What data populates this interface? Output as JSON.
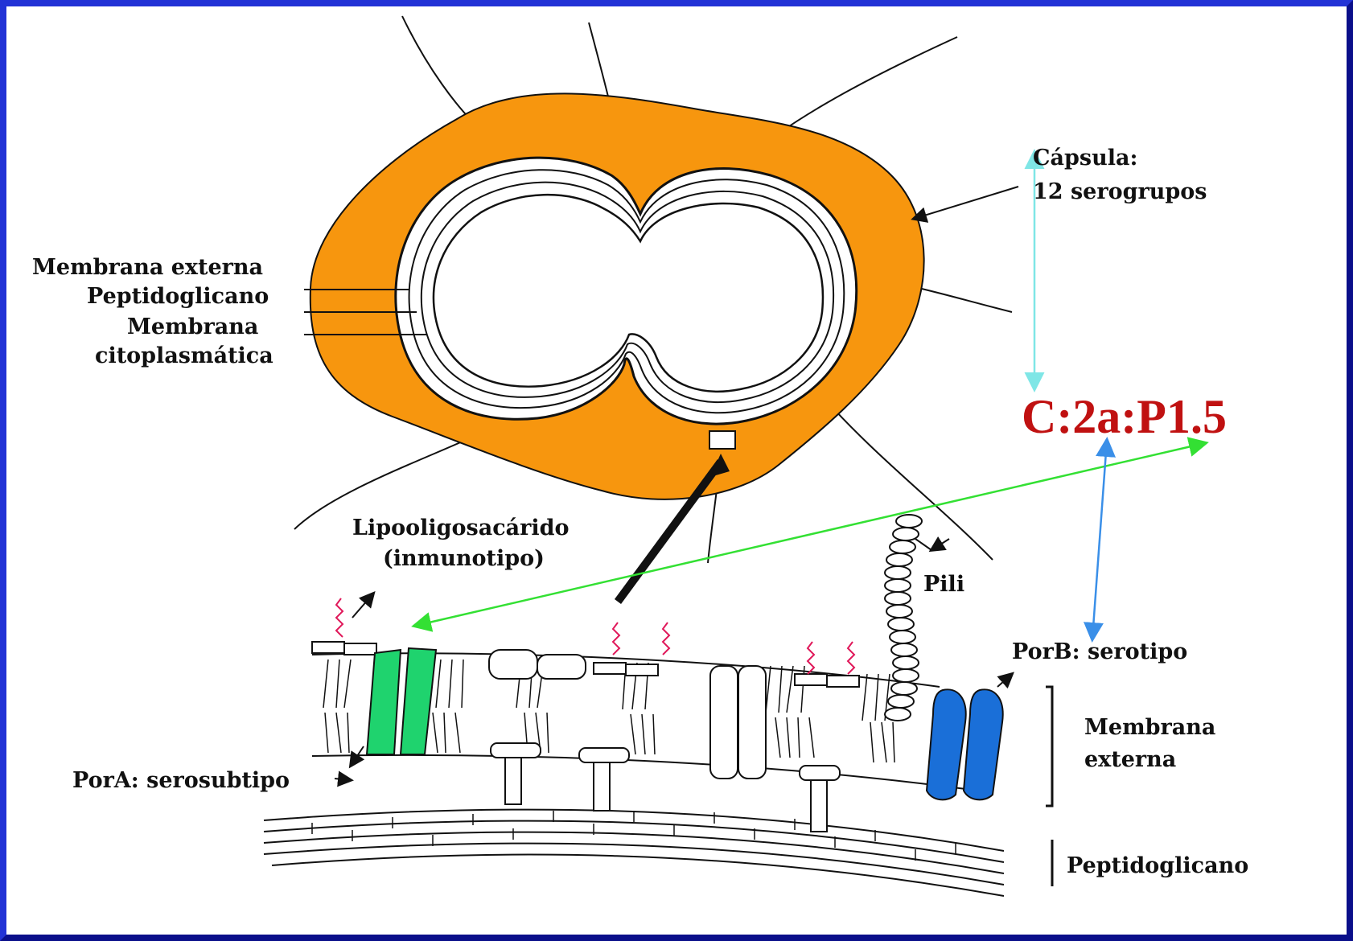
{
  "labels": {
    "capsula_line1": "Cápsula:",
    "capsula_line2": "12 serogrupos",
    "membrana_externa": "Membrana externa",
    "peptidoglicano": "Peptidoglicano",
    "membrana": "Membrana",
    "citoplasmatica": "citoplasmática",
    "lipo_line1": "Lipooligosacárido",
    "lipo_line2": "(inmunotipo)",
    "pili": "Pili",
    "porb": "PorB: serotipo",
    "pora": "PorA: serosubtipo",
    "membrana_externa_2_line1": "Membrana",
    "membrana_externa_2_line2": "externa",
    "peptidoglicano_2": "Peptidoglicano"
  },
  "formula": "C:2a:P1.5",
  "colors": {
    "capsule": "#f7960e",
    "formula": "#c01111",
    "por_a": "#1fd36e",
    "por_b": "#1a6fd8",
    "lps_squiggle": "#e0185a",
    "arrow_capsule": "#7fe6e6",
    "arrow_pora": "#33e033",
    "arrow_porb": "#3a8fe8",
    "frame": "#1e2fd0"
  }
}
